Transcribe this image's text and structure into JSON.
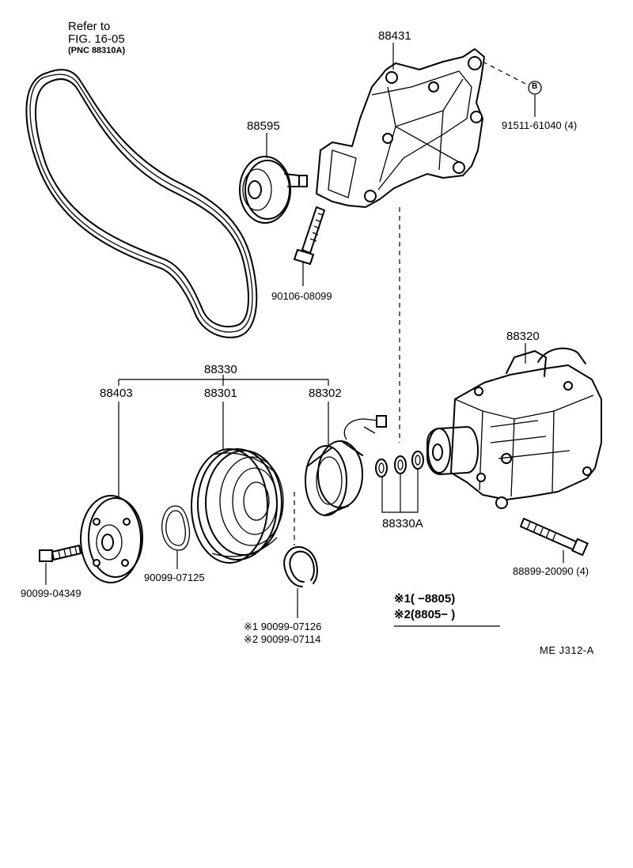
{
  "refer": {
    "line1": "Refer to",
    "line2": "FIG. 16-05",
    "line3": "(PNC 88310A)"
  },
  "parts": {
    "bracket": "88431",
    "bolt_b": "91511-61040 (4)",
    "b_marker": "B",
    "idler_pulley": "88595",
    "bolt_idler": "90106-08099",
    "compressor": "88320",
    "clutch_assy": "88330",
    "pressure_plate": "88403",
    "pulley": "88301",
    "stator": "88302",
    "shim_set": "88330A",
    "bolt_plate": "90099-04349",
    "shim_ring": "90099-07125",
    "snap_ring_1": "※1 90099-07126",
    "snap_ring_2": "※2 90099-07114",
    "bolt_compressor": "88899-20090 (4)"
  },
  "legend": {
    "line1": "※1(      −8805)",
    "line2": "※2(8805−       )"
  },
  "footer": {
    "code": "ME  J312-A"
  }
}
